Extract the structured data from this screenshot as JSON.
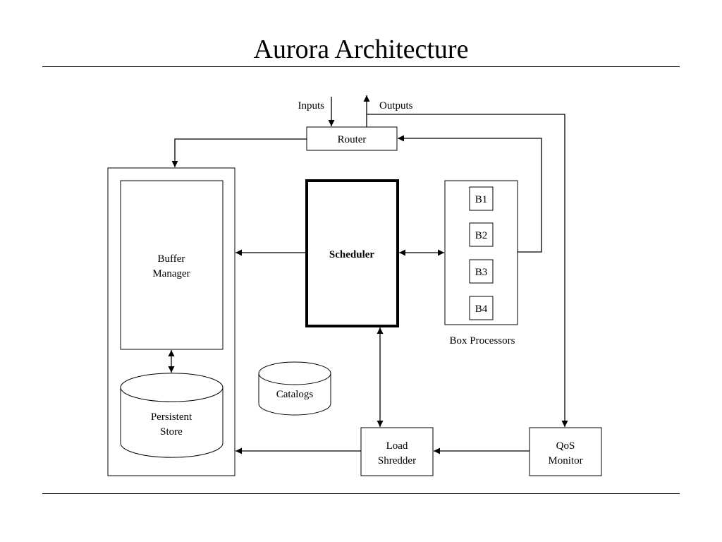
{
  "slide": {
    "title": "Aurora Architecture"
  },
  "diagram": {
    "inputs_label": "Inputs",
    "outputs_label": "Outputs",
    "router_label": "Router",
    "scheduler_label": "Scheduler",
    "buffer_manager_label": [
      "Buffer",
      "Manager"
    ],
    "persistent_store_label": [
      "Persistent",
      "Store"
    ],
    "catalogs_label": "Catalogs",
    "box_processors_label": "Box Processors",
    "boxes": [
      "B1",
      "B2",
      "B3",
      "B4"
    ],
    "load_shredder_label": [
      "Load",
      "Shredder"
    ],
    "qos_monitor_label": [
      "QoS",
      "Monitor"
    ]
  }
}
